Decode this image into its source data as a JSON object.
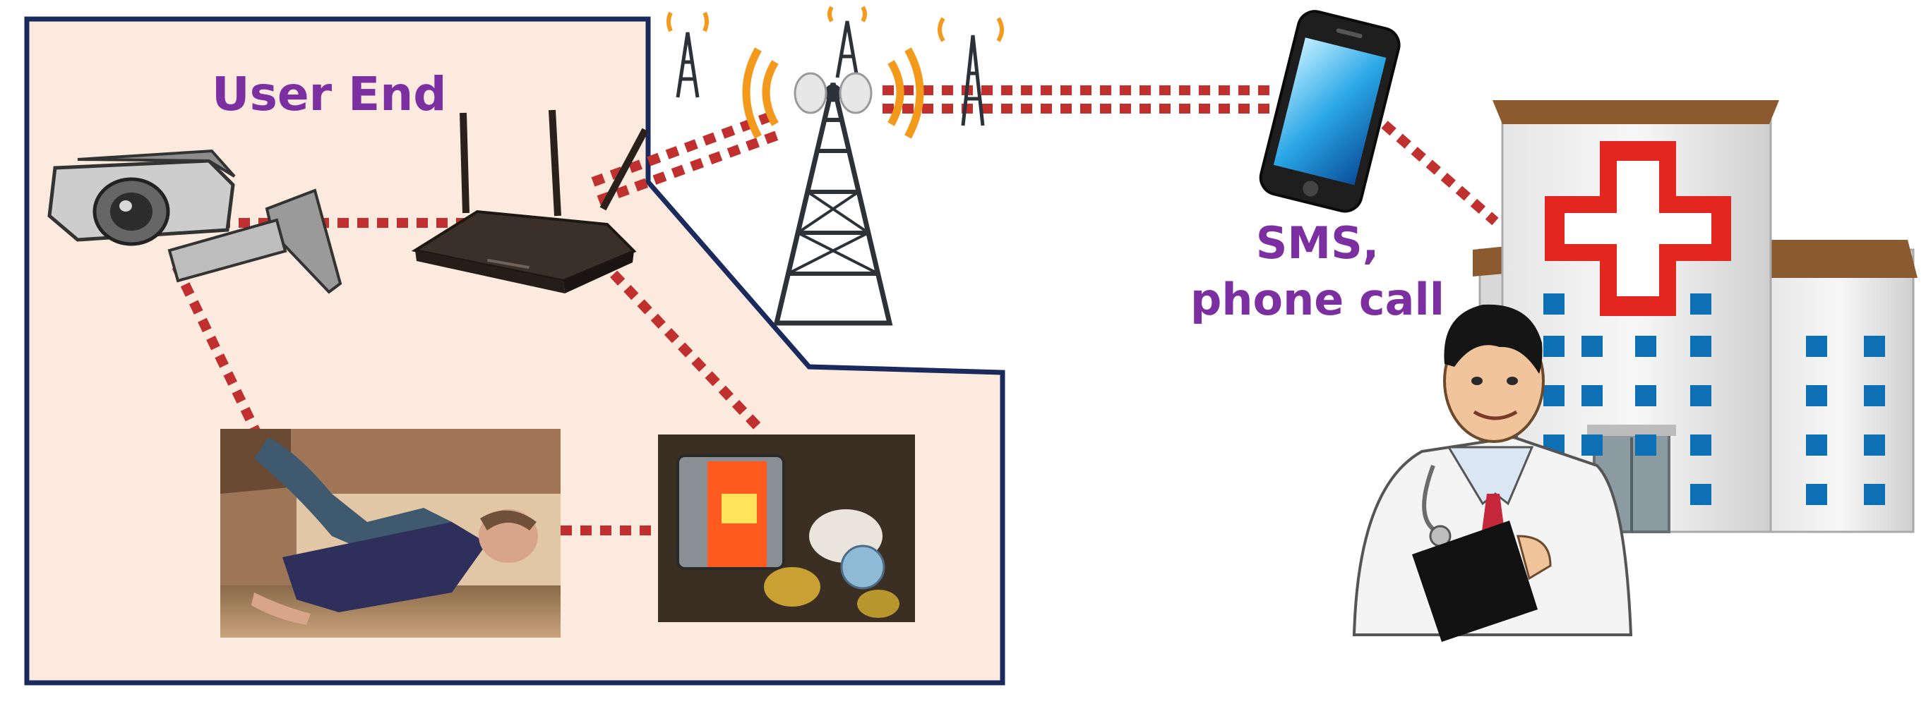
{
  "labels": {
    "user_end": "User End",
    "sms_line1": "SMS,",
    "sms_line2": "phone call"
  },
  "colors": {
    "user_zone_fill": "#fdeadf",
    "user_zone_border": "#1b2a5c",
    "link": "#c0302e",
    "label": "#7b2fa0",
    "cross": "#e3261f",
    "signal": "#f39a1c"
  },
  "icons": [
    "security-camera-icon",
    "wifi-router-icon",
    "cell-tower-icon",
    "smartphone-icon",
    "hospital-icon",
    "doctor-icon"
  ]
}
